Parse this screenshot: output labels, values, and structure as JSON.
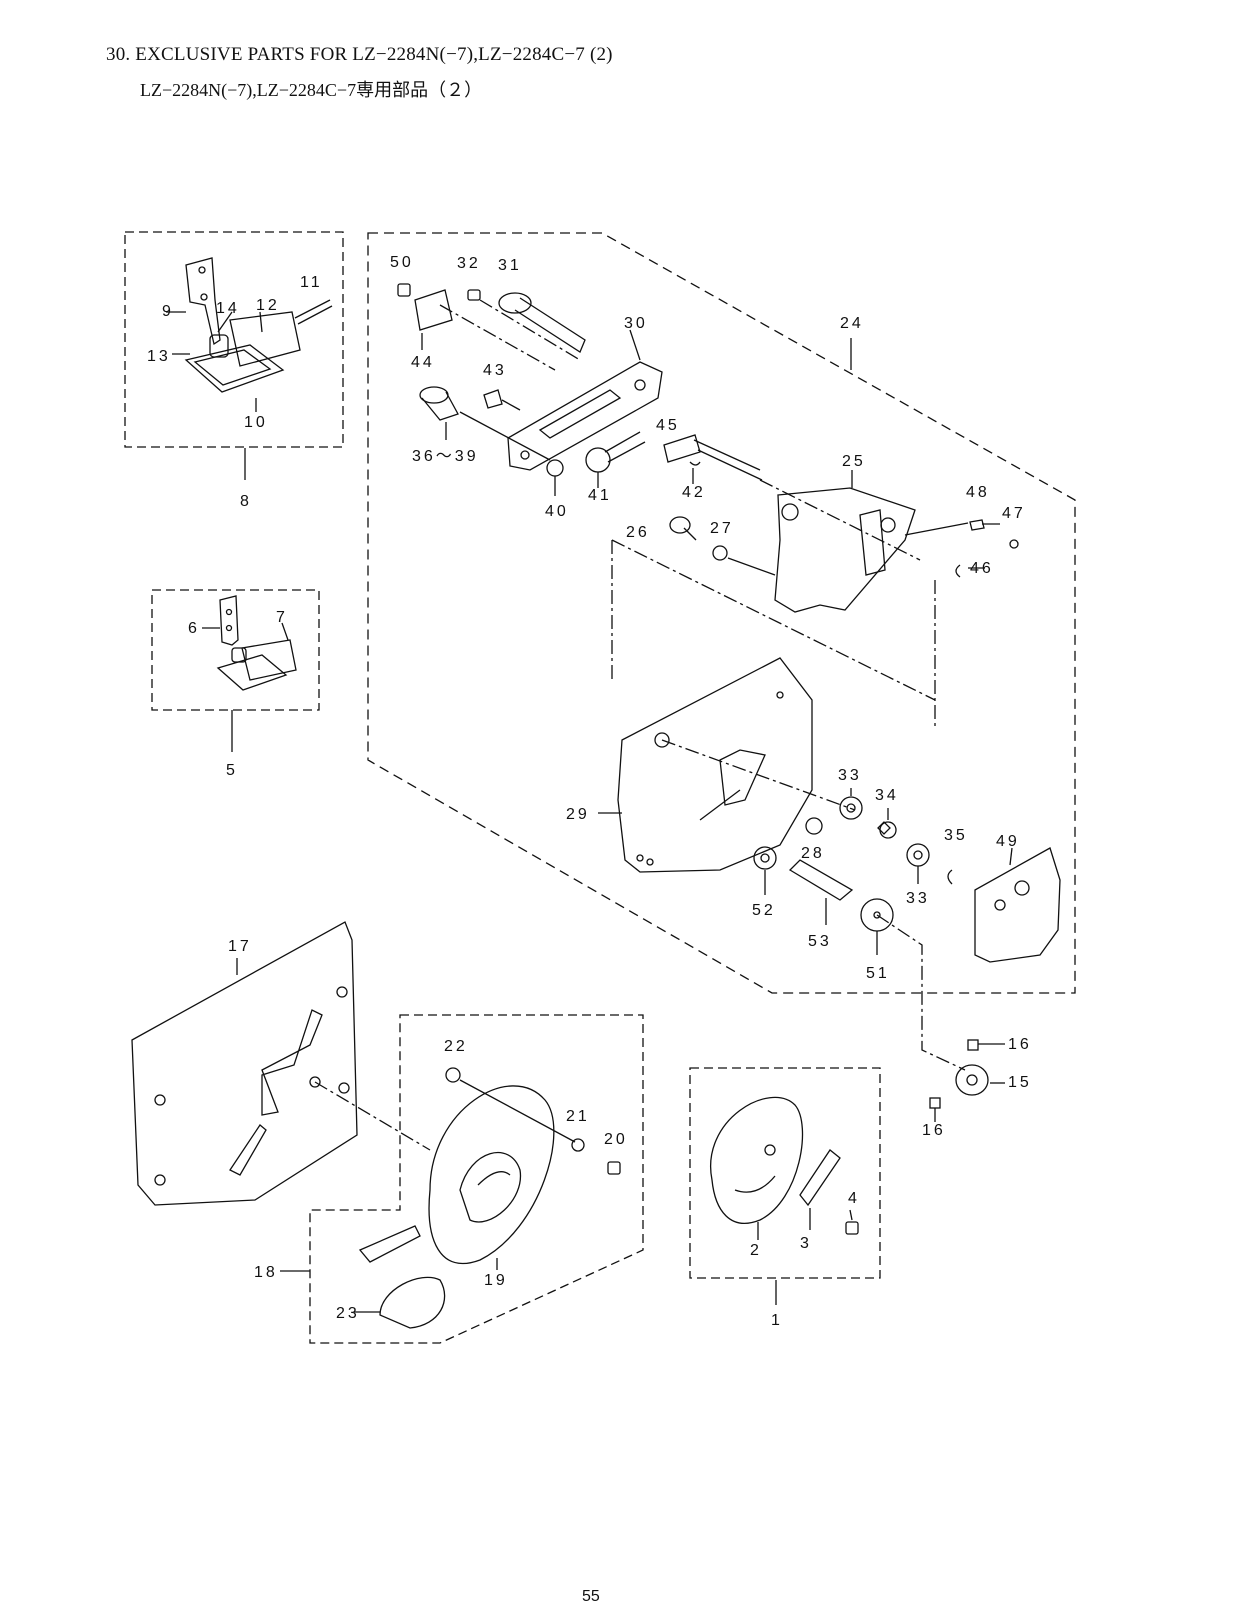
{
  "header": {
    "title_en": "30. EXCLUSIVE PARTS FOR LZ−2284N(−7),LZ−2284C−7 (2)",
    "title_jp": "LZ−2284N(−7),LZ−2284C−7専用部品（２）"
  },
  "footer": {
    "page_number": "55"
  },
  "callouts": [
    {
      "id": "c1",
      "text": "1"
    },
    {
      "id": "c2",
      "text": "2"
    },
    {
      "id": "c3",
      "text": "3"
    },
    {
      "id": "c4",
      "text": "4"
    },
    {
      "id": "c5",
      "text": "5"
    },
    {
      "id": "c6",
      "text": "6"
    },
    {
      "id": "c7",
      "text": "7"
    },
    {
      "id": "c8",
      "text": "8"
    },
    {
      "id": "c9",
      "text": "9"
    },
    {
      "id": "c10",
      "text": "10"
    },
    {
      "id": "c11",
      "text": "11"
    },
    {
      "id": "c12",
      "text": "12"
    },
    {
      "id": "c13",
      "text": "13"
    },
    {
      "id": "c14",
      "text": "14"
    },
    {
      "id": "c15",
      "text": "15"
    },
    {
      "id": "c16a",
      "text": "16"
    },
    {
      "id": "c16b",
      "text": "16"
    },
    {
      "id": "c17",
      "text": "17"
    },
    {
      "id": "c18",
      "text": "18"
    },
    {
      "id": "c19",
      "text": "19"
    },
    {
      "id": "c20",
      "text": "20"
    },
    {
      "id": "c21",
      "text": "21"
    },
    {
      "id": "c22",
      "text": "22"
    },
    {
      "id": "c23",
      "text": "23"
    },
    {
      "id": "c24",
      "text": "24"
    },
    {
      "id": "c25",
      "text": "25"
    },
    {
      "id": "c26",
      "text": "26"
    },
    {
      "id": "c27",
      "text": "27"
    },
    {
      "id": "c28",
      "text": "28"
    },
    {
      "id": "c29",
      "text": "29"
    },
    {
      "id": "c30",
      "text": "30"
    },
    {
      "id": "c31",
      "text": "31"
    },
    {
      "id": "c32",
      "text": "32"
    },
    {
      "id": "c33a",
      "text": "33"
    },
    {
      "id": "c33b",
      "text": "33"
    },
    {
      "id": "c34",
      "text": "34"
    },
    {
      "id": "c35",
      "text": "35"
    },
    {
      "id": "c36",
      "text": "36〜39"
    },
    {
      "id": "c40",
      "text": "40"
    },
    {
      "id": "c41",
      "text": "41"
    },
    {
      "id": "c42",
      "text": "42"
    },
    {
      "id": "c43",
      "text": "43"
    },
    {
      "id": "c44",
      "text": "44"
    },
    {
      "id": "c45",
      "text": "45"
    },
    {
      "id": "c46",
      "text": "46"
    },
    {
      "id": "c47",
      "text": "47"
    },
    {
      "id": "c48",
      "text": "48"
    },
    {
      "id": "c49",
      "text": "49"
    },
    {
      "id": "c50",
      "text": "50"
    },
    {
      "id": "c51",
      "text": "51"
    },
    {
      "id": "c52",
      "text": "52"
    },
    {
      "id": "c53",
      "text": "53"
    }
  ]
}
